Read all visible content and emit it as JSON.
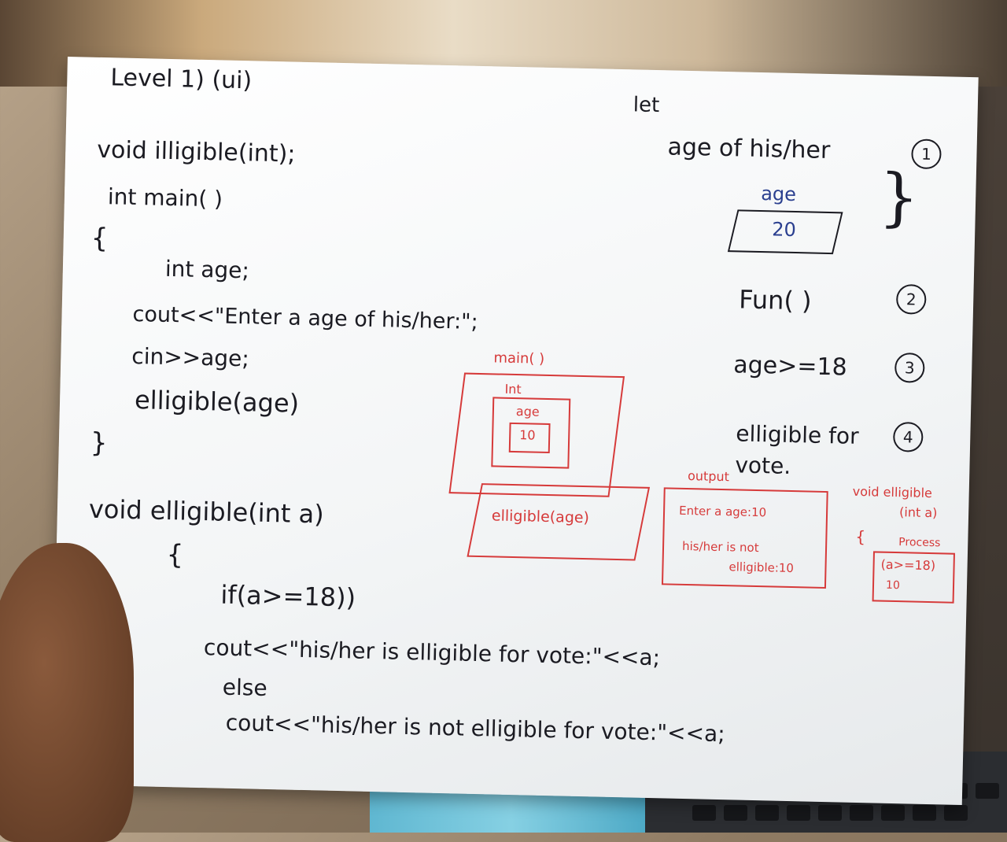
{
  "board": {
    "left_code": [
      "Level 1) (ui)",
      "void illigible(int);",
      "int main( )",
      "{",
      "int age;",
      "cout<<\"Enter a age of his/her:\";",
      "cin>>age;",
      "elligible(age)",
      "}",
      "void elligible(int a)",
      "{",
      "if(a>=18))",
      "cout<<\"his/her is elligible for vote:\"<<a;",
      "else",
      "cout<<\"his/her is not elligible for vote:\"<<a;"
    ],
    "right_steps": {
      "let": "let",
      "step1": "age of his/her",
      "age_label": "age",
      "age_value": "20",
      "step2": "Fun( )",
      "step3": "age>=18",
      "step4": "elligible for vote.",
      "nums": [
        "1",
        "2",
        "3",
        "4"
      ]
    },
    "red_diagram": {
      "main": "main( )",
      "int": "Int",
      "age": "age",
      "value": "10",
      "call": "elligible(age)"
    },
    "output": {
      "title": "output",
      "line1": "Enter a age:10",
      "line2": "his/her is not",
      "line3": "elligible:10"
    },
    "process": {
      "sig1": "void elligible",
      "sig2": "(int a)",
      "brace": "{",
      "title": "Process",
      "expr": "(a>=18)",
      "value": "10"
    }
  }
}
